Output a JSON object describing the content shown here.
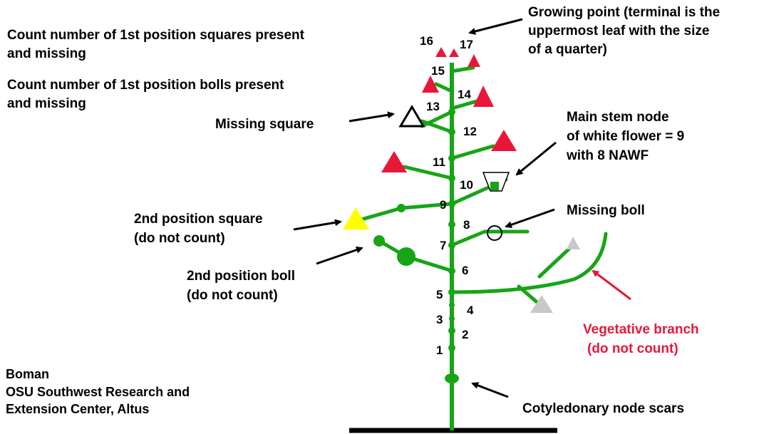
{
  "labels": {
    "count_squares": [
      "Count number of 1st position squares present",
      "and missing"
    ],
    "count_bolls": [
      "Count number of 1st position bolls present",
      "and missing"
    ],
    "growing_point": [
      "Growing point (terminal is the",
      "uppermost leaf with the size",
      "of a quarter)"
    ],
    "missing_square": "Missing square",
    "main_stem_node": [
      "Main stem node",
      "of white flower = 9",
      "with 8 NAWF"
    ],
    "missing_boll": "Missing boll",
    "second_pos_square": [
      "2nd position square",
      "(do not count)"
    ],
    "second_pos_boll": [
      "2nd position boll",
      "(do not count)"
    ],
    "vegetative_branch": [
      "Vegetative branch",
      "(do not count)"
    ],
    "credit": [
      "Boman",
      "OSU Southwest Research and",
      "Extension Center, Altus"
    ],
    "cotyledonary": "Cotyledonary node scars"
  },
  "node_numbers": [
    "1",
    "2",
    "3",
    "4",
    "5",
    "6",
    "7",
    "8",
    "9",
    "10",
    "11",
    "12",
    "13",
    "14",
    "15",
    "16",
    "17"
  ],
  "colors": {
    "stem": "#16a516",
    "square_present": "#e8173a",
    "second_position_square": "#ffff00",
    "vegetative_square": "#c8c8c8",
    "vegetative_label": "#e8173a",
    "ground": "#000000"
  }
}
